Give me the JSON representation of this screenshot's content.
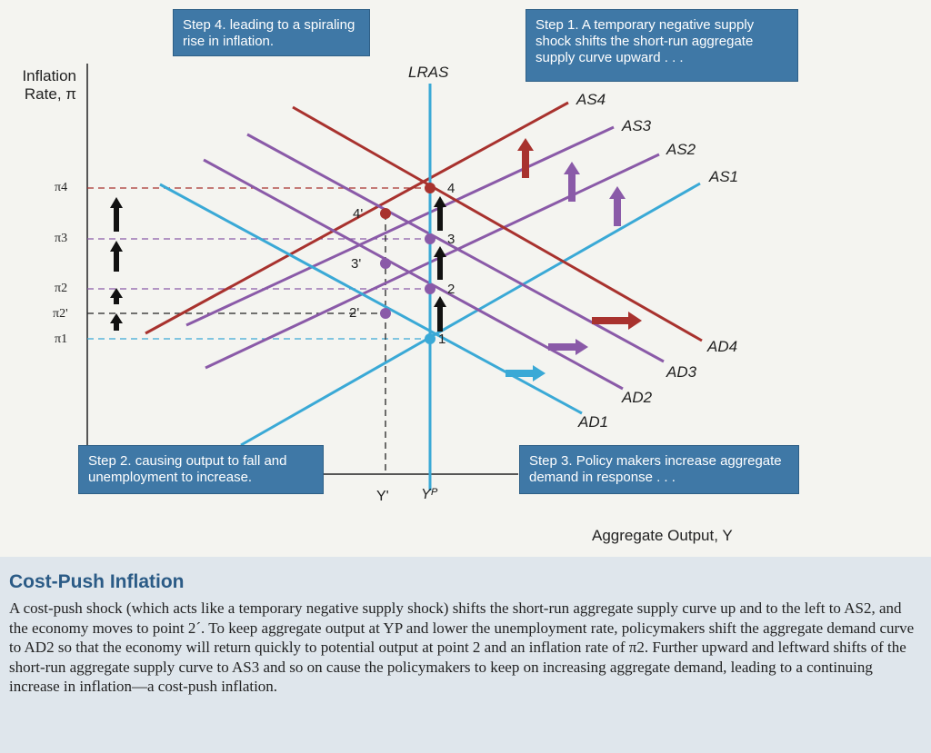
{
  "steps": {
    "step1": "Step 1. A temporary negative supply shock shifts the short-run aggregate supply curve upward . . .",
    "step2": "Step 2. causing output to fall and unemployment to increase.",
    "step3": "Step 3. Policy makers increase aggregate demand in response . . .",
    "step4": "Step 4. leading to a spiraling rise in inflation."
  },
  "axes": {
    "y_label_line1": "Inflation",
    "y_label_line2": "Rate, π",
    "x_label": "Aggregate Output, Y",
    "y_ticks": [
      "π4",
      "π3",
      "π2",
      "π2'",
      "π1"
    ],
    "x_ticks": [
      "Y'",
      "Yᴾ"
    ]
  },
  "curves": {
    "lras": "LRAS",
    "as": [
      "AS4",
      "AS3",
      "AS2",
      "AS1"
    ],
    "ad": [
      "AD4",
      "AD3",
      "AD2",
      "AD1"
    ]
  },
  "points": [
    "1",
    "2",
    "3",
    "4",
    "2'",
    "3'",
    "4'"
  ],
  "colors": {
    "blue": "#3aa9d6",
    "purple": "#8a5aa8",
    "red": "#a8322e",
    "box": "#3f78a6"
  },
  "caption": {
    "title": "Cost-Push Inflation",
    "body": "A cost-push shock (which acts like a temporary negative supply shock) shifts the short-run aggregate supply curve up and to the left to AS2, and the economy moves to point 2´. To keep aggregate output at YP and lower the unemployment rate, policymakers shift the aggregate demand curve to AD2 so that the economy will return quickly to potential output at point 2 and an inflation rate of π2. Further upward and leftward shifts of the short-run aggregate supply curve to AS3 and so on cause the policymakers to keep on increasing aggregate demand, leading to a continuing increase in inflation—a cost-push inflation."
  }
}
